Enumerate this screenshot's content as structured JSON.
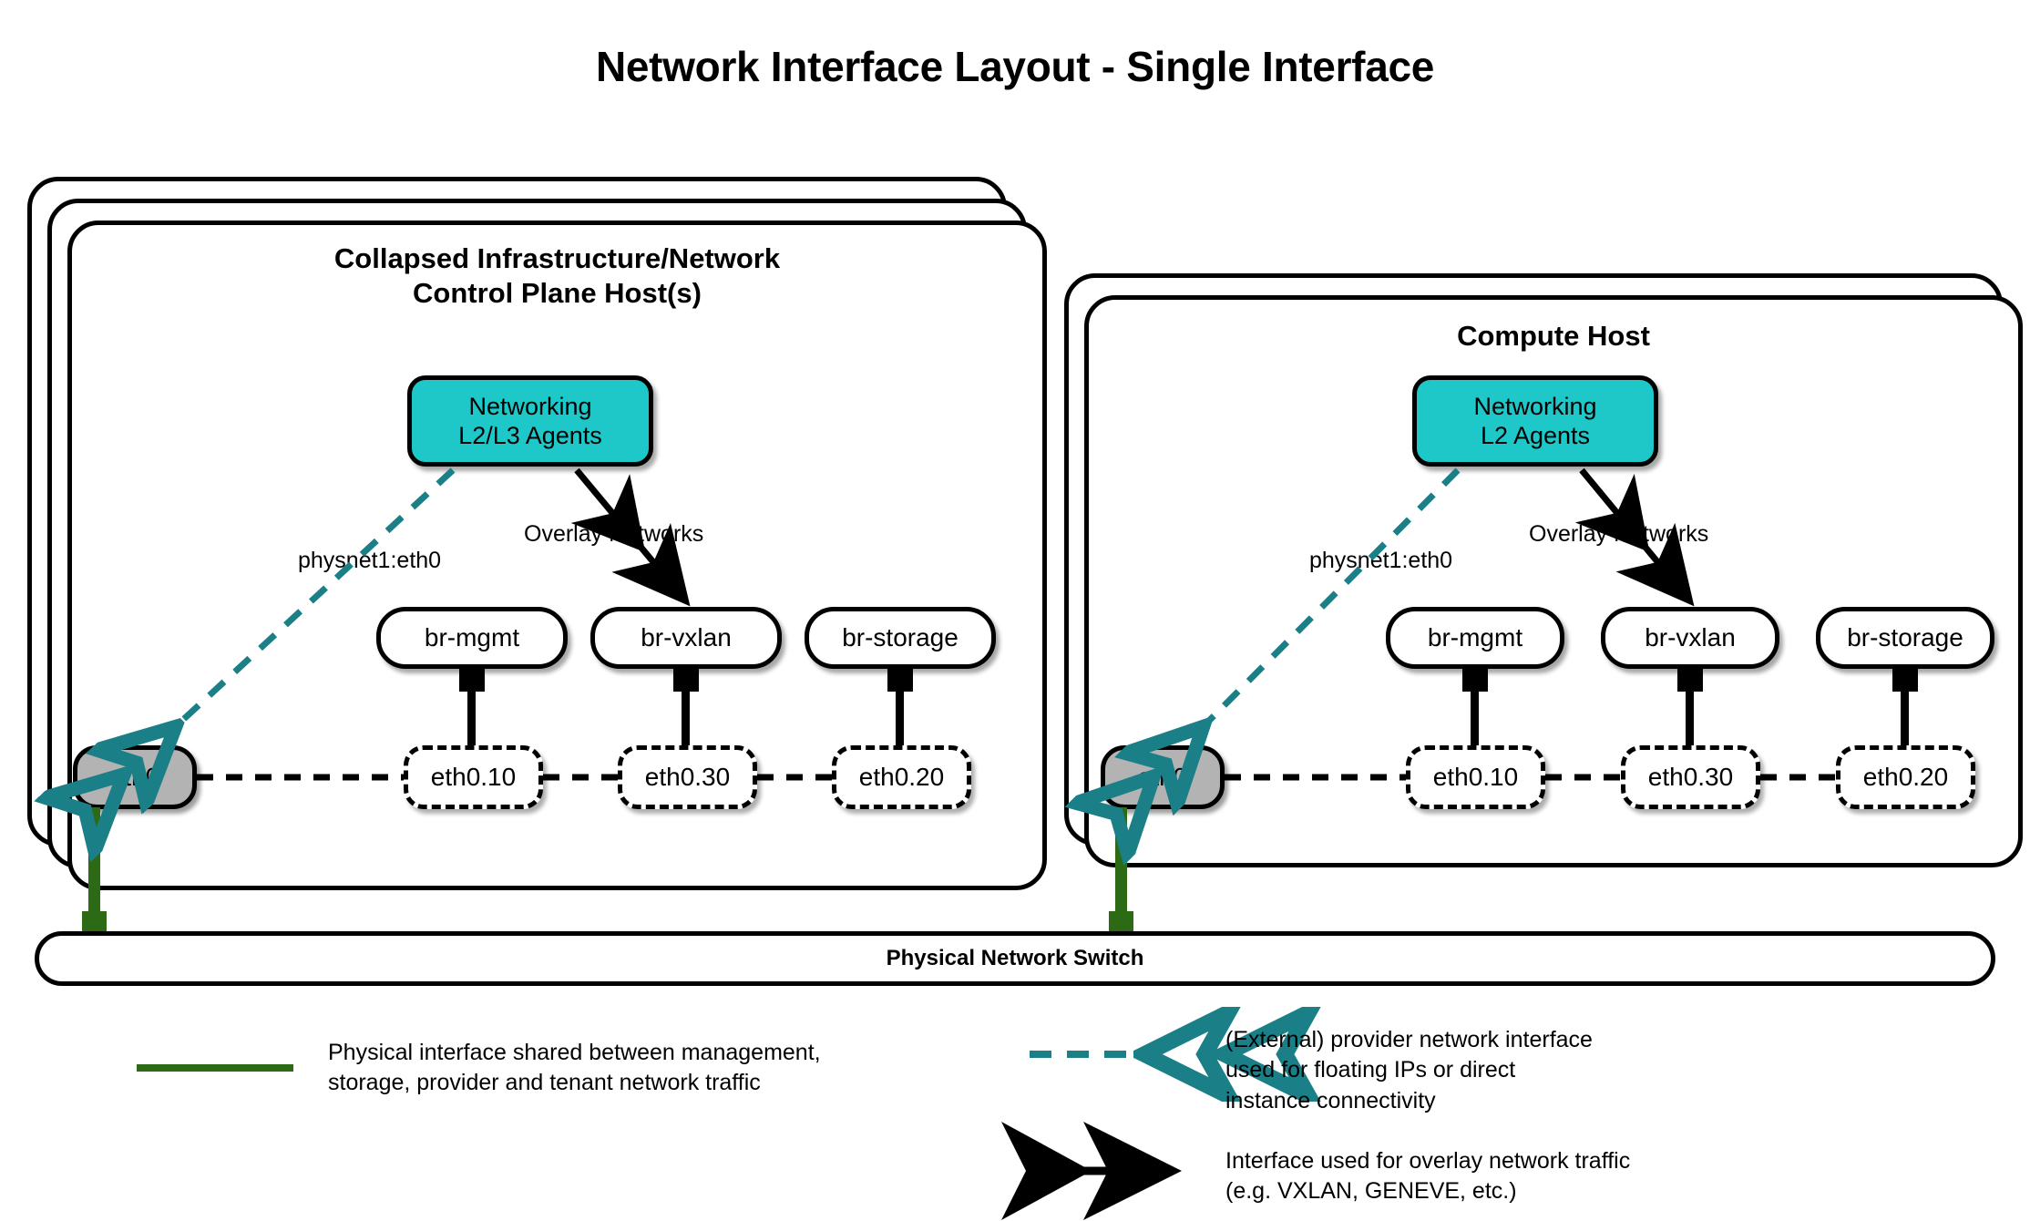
{
  "title": "Network Interface Layout - Single Interface",
  "colors": {
    "agent_fill": "#1ec8c8",
    "phys_fill": "#b3b3b3",
    "green_link": "#2d6a15",
    "teal_link": "#1a7f86",
    "stroke": "#000000",
    "background": "#ffffff"
  },
  "hosts": [
    {
      "id": "control-plane",
      "title": "Collapsed Infrastructure/Network\nControl Plane Host(s)",
      "stacked_layers": 3,
      "agents": {
        "label": "Networking\nL2/L3 Agents"
      },
      "edge_labels": {
        "provider": "physnet1:eth0",
        "overlay": "Overlay Networks"
      },
      "bridges": [
        "br-mgmt",
        "br-vxlan",
        "br-storage"
      ],
      "vlans": [
        "eth0.10",
        "eth0.30",
        "eth0.20"
      ],
      "physical_interface": "eth0"
    },
    {
      "id": "compute",
      "title": "Compute Host",
      "stacked_layers": 2,
      "agents": {
        "label": "Networking\nL2 Agents"
      },
      "edge_labels": {
        "provider": "physnet1:eth0",
        "overlay": "Overlay Networks"
      },
      "bridges": [
        "br-mgmt",
        "br-vxlan",
        "br-storage"
      ],
      "vlans": [
        "eth0.10",
        "eth0.30",
        "eth0.20"
      ],
      "physical_interface": "eth0"
    }
  ],
  "switch": {
    "label": "Physical Network Switch"
  },
  "legend": [
    {
      "id": "physical-interface",
      "style": "solid-green-line",
      "text": "Physical interface shared between management,\nstorage, provider and tenant network traffic"
    },
    {
      "id": "provider-network",
      "style": "teal-dashed-double-arrow",
      "text": "(External) provider network interface\nused for floating IPs or direct\ninstance connectivity"
    },
    {
      "id": "overlay-network",
      "style": "black-solid-double-arrow",
      "text": "Interface used for overlay network traffic\n(e.g. VXLAN, GENEVE, etc.)"
    }
  ]
}
